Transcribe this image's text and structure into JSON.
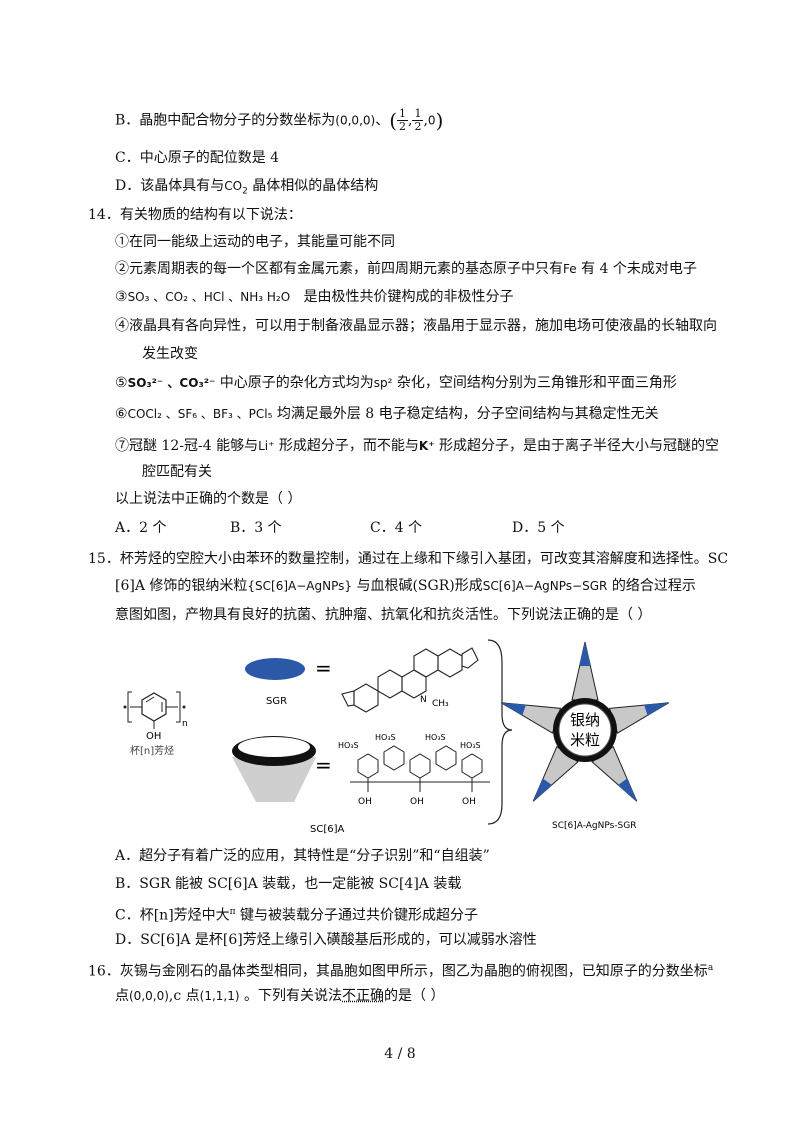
{
  "q13": {
    "optB_prefix": "B．晶胞中配合物分子的分数坐标为",
    "optB_coord1": "(0,0,0)",
    "optB_sep": "、",
    "optB_half": "1",
    "optB_two": "2",
    "optB_zero": "0",
    "optC": "C．中心原子的配位数是  4",
    "optD_prefix": "D．该晶体具有与",
    "optD_chem": "CO",
    "optD_sub": "2",
    "optD_suffix": " 晶体相似的晶体结构"
  },
  "q14": {
    "stem": "14．有关物质的结构有以下说法：",
    "s1": "①在同一能级上运动的电子，其能量可能不同",
    "s2_a": "②元素周期表的每一个区都有金属元素，前四周期元素的基态原子中只有",
    "s2_fe": "Fe",
    "s2_b": " 有  4 个未成对电子",
    "s3_a": "③",
    "s3_chems": "SO₃ 、CO₂ 、HCl  、NH₃   H₂O",
    "s3_b": "是由极性共价键构成的非极性分子",
    "s4_a": "④液晶具有各向异性，可以用于制备液晶显示器；液晶用于显示器，施加电场可使液晶的长轴取向",
    "s4_b": "发生改变",
    "s5_a": "⑤",
    "s5_chem": "SO₃²⁻ 、CO₃²⁻",
    "s5_b": "  中心原子的杂化方式均为",
    "s5_sp": "sp²",
    "s5_c": "  杂化，空间结构分别为三角锥形和平面三角形",
    "s6_a": "⑥",
    "s6_chem": "COCl₂ 、SF₆ 、BF₃ 、PCl₅",
    "s6_b": "  均满足最外层  8 电子稳定结构，分子空间结构与其稳定性无关",
    "s7_a": "⑦冠醚  12-冠-4 能够与",
    "s7_li": "Li⁺",
    "s7_b": "  形成超分子，而不能与",
    "s7_k": "K⁺",
    "s7_c": "  形成超分子，是由于离子半径大小与冠醚的空",
    "s7_d": "腔匹配有关",
    "ask": "以上说法中正确的个数是（      ）",
    "optA": "A．2 个",
    "optB": "B．3 个",
    "optC": "C．4 个",
    "optD": "D．5 个"
  },
  "q15": {
    "line1": "15．杯芳烃的空腔大小由苯环的数量控制，通过在上缘和下缘引入基团，可改变其溶解度和选择性。SC",
    "line2_a": "[6]A 修饰的银纳米粒",
    "line2_chem1": "{SC[6]A−AgNPs}",
    "line2_b": "与血根碱(SGR)形成",
    "line2_chem2": "SC[6]A−AgNPs−SGR",
    "line2_c": "  的络合过程示",
    "line3": "意图如图，产物具有良好的抗菌、抗肿瘤、抗氧化和抗炎活性。下列说法正确的是（      ）",
    "fig_calix_label": "杯[n]芳烃",
    "fig_oh": "OH",
    "fig_n": "n",
    "fig_sgr": "SGR",
    "fig_sc6a": "SC[6]A",
    "fig_eq": "=",
    "fig_ch3": "CH₃",
    "fig_n_plus": "N",
    "fig_so3": "HO₃S",
    "fig_nano_1": "银纳",
    "fig_nano_2": "米粒",
    "fig_product": "SC[6]A-AgNPs-SGR",
    "optA": "A．超分子有着广泛的应用，其特性是“分子识别”和“自组装”",
    "optB": "B．SGR 能被  SC[6]A 装载，也一定能被  SC[4]A 装载",
    "optC_a": "C．杯[n]芳烃中大",
    "optC_pi": "π",
    "optC_b": "  键与被装载分子通过共价键形成超分子",
    "optD": "D．SC[6]A 是杯[6]芳烃上缘引入磺酸基后形成的，可以减弱水溶性"
  },
  "q16": {
    "line1_a": "16．灰锡与金刚石的晶体类型相同，其晶胞如图甲所示，图乙为晶胞的俯视图，已知原子的分数坐标",
    "line1_a_sup": "a",
    "line2_a": "点",
    "line2_c1": "(0,0,0)",
    "line2_b": ",c  点",
    "line2_c2": "(1,1,1)",
    "line2_c": " 。下列有关说法",
    "line2_not": "不正确",
    "line2_d": "的是（      ）"
  },
  "page_number": "4 / 8"
}
